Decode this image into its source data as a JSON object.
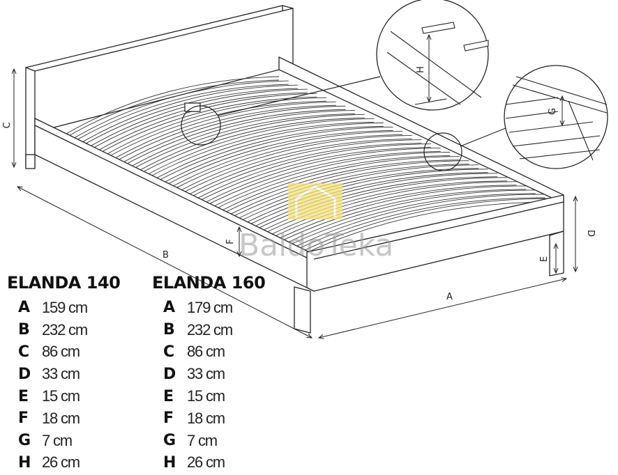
{
  "watermark": {
    "text": "BaldoTeka",
    "logo_color": "#f5e27a"
  },
  "dimension_labels": {
    "A": "A",
    "B": "B",
    "C": "C",
    "D": "D",
    "E": "E",
    "F": "F",
    "G": "G",
    "H": "H"
  },
  "tables": [
    {
      "title": "ELANDA 140",
      "rows": [
        {
          "key": "A",
          "value": "159 cm"
        },
        {
          "key": "B",
          "value": "232 cm"
        },
        {
          "key": "C",
          "value": "86 cm"
        },
        {
          "key": "D",
          "value": "33 cm"
        },
        {
          "key": "E",
          "value": "15 cm"
        },
        {
          "key": "F",
          "value": "18 cm"
        },
        {
          "key": "G",
          "value": "7 cm"
        },
        {
          "key": "H",
          "value": "26 cm"
        }
      ]
    },
    {
      "title": "ELANDA 160",
      "rows": [
        {
          "key": "A",
          "value": "179 cm"
        },
        {
          "key": "B",
          "value": "232 cm"
        },
        {
          "key": "C",
          "value": "86 cm"
        },
        {
          "key": "D",
          "value": "33 cm"
        },
        {
          "key": "E",
          "value": "15 cm"
        },
        {
          "key": "F",
          "value": "18 cm"
        },
        {
          "key": "G",
          "value": "7 cm"
        },
        {
          "key": "H",
          "value": "26 cm"
        }
      ]
    }
  ]
}
